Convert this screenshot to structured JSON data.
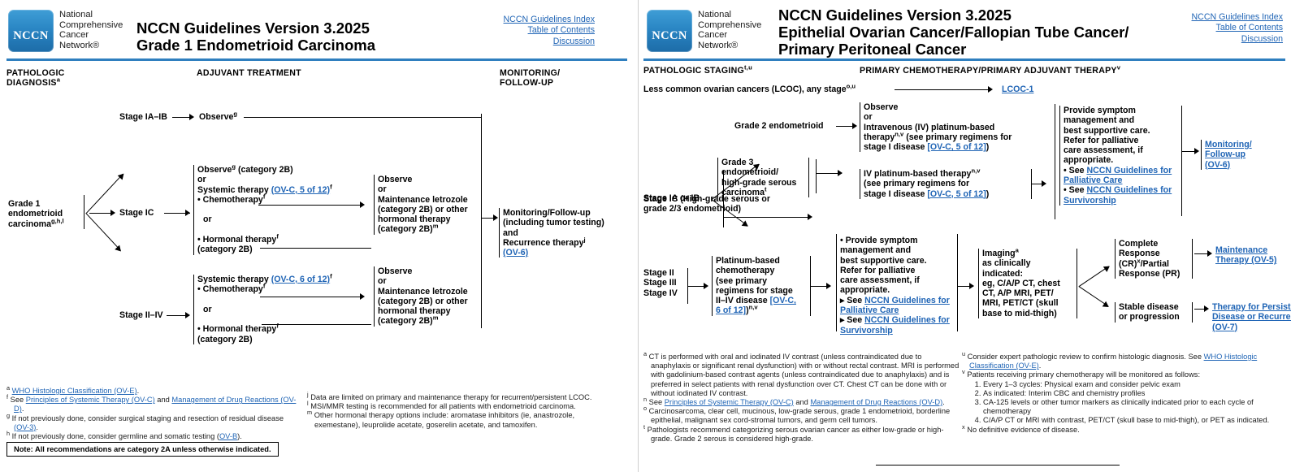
{
  "pages": [
    {
      "id": "left",
      "logo": {
        "mark": "NCCN",
        "words": "National\nComprehensive\nCancer\nNetwork®"
      },
      "title": "NCCN Guidelines Version 3.2025\nGrade 1 Endometrioid Carcinoma",
      "links": [
        {
          "label": "NCCN Guidelines Index"
        },
        {
          "label": "Table of Contents"
        },
        {
          "label": "Discussion"
        }
      ],
      "columns": [
        {
          "label": "PATHOLOGIC\nDIAGNOSIS",
          "sup": "a"
        },
        {
          "label": "ADJUVANT TREATMENT",
          "sup": ""
        },
        {
          "label": "MONITORING/\nFOLLOW-UP",
          "sup": ""
        }
      ],
      "nodes": {
        "diagnosis": "Grade 1 endometrioid carcinoma",
        "diagnosis_sup": "g,h,l",
        "stage_ia_ib": "Stage IA–IB",
        "stage_ic": "Stage IC",
        "stage_ii_iv": "Stage II–IV",
        "observe_g": "Observe",
        "observe_g_sup": "g",
        "ic_box_line1": "Observe",
        "ic_box_line1_sup": "g",
        "ic_box_line1_tail": " (category 2B)",
        "ic_box_or": "or",
        "ic_box_sys": "Systemic therapy ",
        "ic_box_sys_link": "(OV-C, 5 of 12)",
        "ic_box_sys_sup": "f",
        "ic_box_chemo": "• Chemotherapy",
        "ic_box_chemo_sup": "f",
        "ic_box_or2": "or",
        "ic_box_horm": "• Hormonal therapy",
        "ic_box_horm_sup": "f",
        "ic_box_horm2": "   (category 2B)",
        "iv_box_sys": "Systemic therapy ",
        "iv_box_sys_link": "(OV-C, 6 of 12)",
        "iv_box_sys_sup": "f",
        "iv_box_chemo": "• Chemotherapy",
        "iv_box_chemo_sup": "f",
        "iv_box_or": "or",
        "iv_box_horm": "• Hormonal therapy",
        "iv_box_horm_sup": "f",
        "iv_box_horm2": "   (category 2B)",
        "maint_box": "Observe\nor\nMaintenance letrozole\n(category 2B) or other\nhormonal therapy\n(category 2B)",
        "maint_box_sup": "m",
        "monitor_l1": "Monitoring/Follow-up",
        "monitor_l2": "(including tumor testing)",
        "monitor_l3": "and",
        "monitor_l4": "Recurrence therapy",
        "monitor_l4_sup": "j",
        "monitor_link": "(OV-6)"
      },
      "footnotes_left": [
        {
          "sup": "a",
          "text": "",
          "link": "WHO Histologic Classification (OV-E)",
          "tail": "."
        },
        {
          "sup": "f",
          "pre": "See ",
          "link": "Principles of Systemic Therapy (OV-C)",
          "mid": " and ",
          "link2": "Management of Drug Reactions (OV-D)",
          "tail": "."
        },
        {
          "sup": "g",
          "pre": "If not previously done, consider surgical staging and resection of residual disease ",
          "link": "(OV-3)",
          "tail": "."
        },
        {
          "sup": "h",
          "pre": "If not previously done, consider germline and somatic testing (",
          "link": "OV-B",
          "tail": ")."
        }
      ],
      "footnotes_right": [
        {
          "sup": "j",
          "text": "Data are limited on primary and maintenance therapy for recurrent/persistent LCOC."
        },
        {
          "sup": "l",
          "text": "MSI/MMR testing is recommended for all patients with endometrioid carcinoma."
        },
        {
          "sup": "m",
          "text": "Other hormonal therapy options include: aromatase inhibitors (ie, anastrozole, exemestane), leuprolide acetate, goserelin acetate, and tamoxifen."
        }
      ],
      "note": "Note: All recommendations are category 2A unless otherwise indicated."
    },
    {
      "id": "right",
      "logo": {
        "mark": "NCCN",
        "words": "National\nComprehensive\nCancer\nNetwork®"
      },
      "title": "NCCN Guidelines Version 3.2025\nEpithelial Ovarian Cancer/Fallopian Tube Cancer/\nPrimary Peritoneal Cancer",
      "links": [
        {
          "label": "NCCN Guidelines Index"
        },
        {
          "label": "Table of Contents"
        },
        {
          "label": "Discussion"
        }
      ],
      "columns": [
        {
          "label": "PATHOLOGIC STAGING",
          "sup": "t,u"
        },
        {
          "label": "PRIMARY CHEMOTHERAPY/PRIMARY ADJUVANT THERAPY",
          "sup": "v"
        }
      ],
      "nodes": {
        "lcoc_row": "Less common ovarian cancers (LCOC), any stage",
        "lcoc_row_sup": "o,u",
        "lcoc_link": "LCOC-1",
        "stage_ia_ib": "Stage IA or IB",
        "grade2": "Grade 2 endometrioid",
        "grade3": "Grade 3 endometrioid/\nhigh-grade serous\ncarcinoma",
        "grade3_sup": "t",
        "stage_ic": "Stage IC\n(High-grade serous or\ngrade 2/3 endometrioid)",
        "g2_box_l1": "Observe",
        "g2_box_l2": "or",
        "g2_box_l3": "Intravenous (IV) platinum-based",
        "g2_box_l4": "therapy",
        "g2_box_l4_sup": "n,v",
        "g2_box_l4_tail": " (see primary regimens for",
        "g2_box_l5": "stage I disease ",
        "g2_box_l5_link": "[OV-C, 5 of 12]",
        "g2_box_l5_tail": ")",
        "iv_box_l1": "IV platinum-based therapy",
        "iv_box_l1_sup": "n,v",
        "iv_box_l2": "(see primary regimens for",
        "iv_box_l3": "stage I disease ",
        "iv_box_l3_link": "[OV-C, 5 of 12]",
        "iv_box_l3_tail": ")",
        "palliative_top": "Provide symptom\nmanagement and\nbest supportive care.\nRefer for palliative\ncare assessment, if\nappropriate.",
        "palliative_b1_pre": "• See ",
        "palliative_b1_link": "NCCN Guidelines for Palliative Care",
        "palliative_b2_pre": "• See ",
        "palliative_b2_link": "NCCN Guidelines for Survivorship",
        "monitor_link": "Monitoring/\nFollow-up\n(OV-6)",
        "stages_2_4": "Stage II\nStage III\nStage IV",
        "plat_box_l1": "Platinum-based",
        "plat_box_l2": "chemotherapy",
        "plat_box_l3": "(see primary",
        "plat_box_l4": "regimens for stage",
        "plat_box_l5": "II–IV disease ",
        "plat_box_l5_link": "[OV-C,",
        "plat_box_l6_link": "6 of 12]",
        "plat_box_l6_tail": ")",
        "plat_box_l6_sup": "n,v",
        "palliative_bottom": "• Provide symptom\n   management and\n   best supportive care.\n   Refer for palliative\n   care assessment, if\n   appropriate.",
        "palliative_bot_b1_pre": "▸ See ",
        "palliative_bot_b1_link": "NCCN Guidelines for Palliative Care",
        "palliative_bot_b2_pre": "▸ See ",
        "palliative_bot_b2_link": "NCCN Guidelines for Survivorship",
        "imaging_l1": "Imaging",
        "imaging_l1_sup": "a",
        "imaging_rest": "as clinically\nindicated:\neg, C/A/P CT, chest\nCT, A/P MRI, PET/\nMRI, PET/CT (skull\nbase to mid-thigh)",
        "cr_pr_l1": "Complete",
        "cr_pr_l2": "Response",
        "cr_pr_l3": "(CR)",
        "cr_pr_l3_sup": "x",
        "cr_pr_l3_tail": "/Partial",
        "cr_pr_l4": "Response (PR)",
        "maint_link": "Maintenance\nTherapy (OV-5)",
        "stable": "Stable disease\nor progression",
        "persistent_link": "Therapy for Persistent\nDisease or Recurrence\n(OV-7)"
      },
      "footnotes_left": [
        {
          "sup": "a",
          "text": "CT is performed with oral and iodinated IV contrast (unless contraindicated due to anaphylaxis or significant renal dysfunction) with or without rectal contrast. MRI is performed with gadolinium-based contrast agents (unless contraindicated due to anaphylaxis) and is preferred in select patients with renal dysfunction over CT. Chest CT can be done with or without iodinated IV contrast."
        },
        {
          "sup": "n",
          "pre": "See ",
          "link": "Principles of Systemic Therapy (OV-C)",
          "mid": " and ",
          "link2": "Management of Drug Reactions (OV-D)",
          "tail": "."
        },
        {
          "sup": "o",
          "text": "Carcinosarcoma, clear cell, mucinous, low-grade serous, grade 1 endometrioid, borderline epithelial, malignant sex cord-stromal tumors, and germ cell tumors."
        },
        {
          "sup": "t",
          "text": "Pathologists recommend categorizing serous ovarian cancer as either low-grade or high-grade. Grade 2 serous is considered high-grade."
        }
      ],
      "footnotes_right": [
        {
          "sup": "u",
          "pre": "Consider expert pathologic review to confirm histologic diagnosis. See ",
          "link": "WHO Histologic Classification (OV-E)",
          "tail": "."
        },
        {
          "sup": "v",
          "text": "Patients receiving primary chemotherapy will be monitored as follows:",
          "list": [
            "Every 1–3 cycles: Physical exam and consider pelvic exam",
            "As indicated: Interim CBC and chemistry profiles",
            "CA-125 levels or other tumor markers as clinically indicated prior to each cycle of chemotherapy",
            "C/A/P CT or MRI with contrast, PET/CT (skull base to mid-thigh), or PET as indicated."
          ]
        },
        {
          "sup": "x",
          "text": "No definitive evidence of disease."
        }
      ]
    }
  ],
  "colors": {
    "accent": "#2f7fbf",
    "link": "#1f64b5",
    "logo": "#2a86c4"
  }
}
